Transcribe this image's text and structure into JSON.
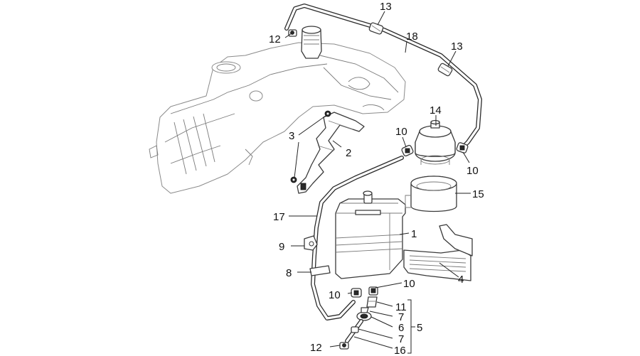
{
  "callouts": {
    "c13a": "13",
    "c12a": "12",
    "c18": "18",
    "c13b": "13",
    "c14": "14",
    "c10a": "10",
    "c10b": "10",
    "c3": "3",
    "c2": "2",
    "c15": "15",
    "c17": "17",
    "c1": "1",
    "c9": "9",
    "c4": "4",
    "c8": "8",
    "c10c": "10",
    "c10d": "10",
    "c11": "11",
    "c7a": "7",
    "c6": "6",
    "c5": "5",
    "c7b": "7",
    "c12b": "12",
    "c16": "16"
  }
}
